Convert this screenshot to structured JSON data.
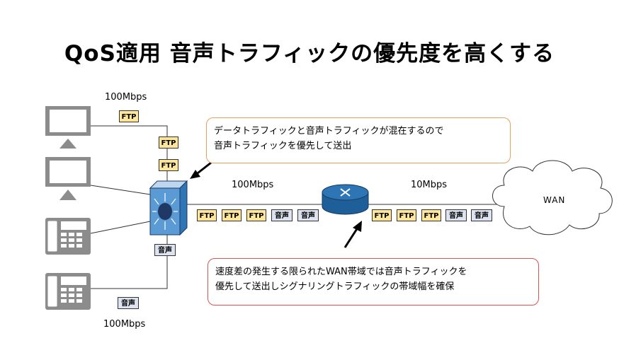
{
  "title": "QoS適用 音声トラフィックの優先度を高くする",
  "labels": {
    "top_speed": "100Mbps",
    "mid_speed": "100Mbps",
    "wan_speed": "10Mbps",
    "bottom_speed": "100Mbps",
    "wan": "WAN"
  },
  "packets": {
    "ftp": "FTP",
    "voice": "音声"
  },
  "callouts": {
    "top_line1": "データトラフィックと音声トラフィックが混在するので",
    "top_line2": "音声トラフィックを優先して送出",
    "bottom_line1": "速度差の発生する限られたWAN帯域では音声トラフィックを",
    "bottom_line2": "優先して送出しシグナリングトラフィックの帯域幅を確保"
  },
  "colors": {
    "ftp_packet": "#ffe699",
    "voice_packet": "#dde3f0",
    "switch": "#5b9bd5",
    "router": "#2e75b6",
    "device_gray": "#8c8c8c"
  }
}
